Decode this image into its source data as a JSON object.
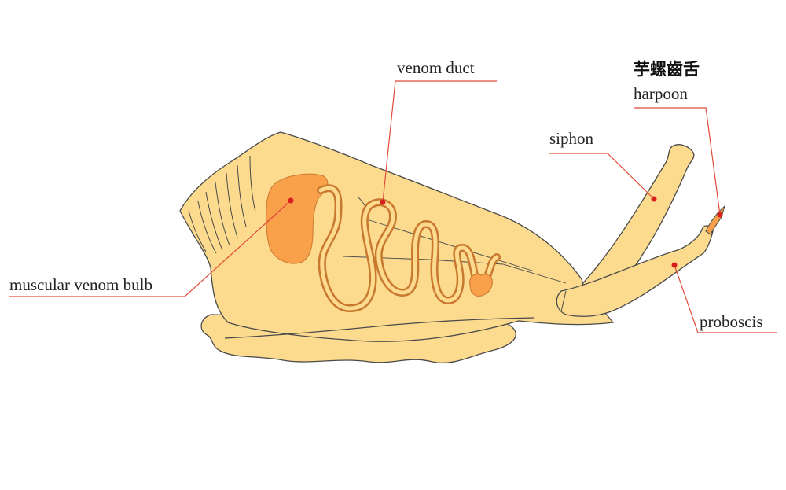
{
  "title": "芋螺齒舌",
  "labels": {
    "venom_duct": "venom duct",
    "harpoon": "harpoon",
    "siphon": "siphon",
    "muscular_venom_bulb": "muscular venom bulb",
    "proboscis": "proboscis"
  },
  "colors": {
    "body": "#fcdb8e",
    "bulb": "#f9a14a",
    "outline": "#4a4a4a",
    "leader": "#e04b3a",
    "dot": "#d81e1e"
  }
}
